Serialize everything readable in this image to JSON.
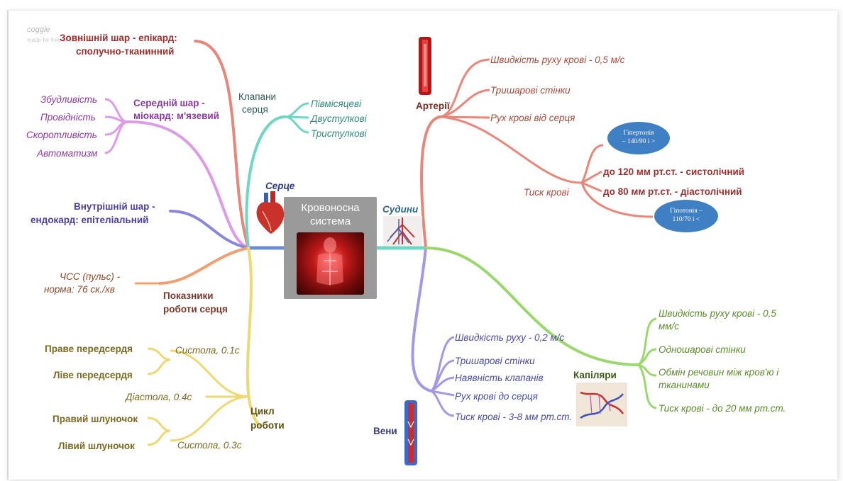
{
  "watermark": {
    "logo": "coggle",
    "tagline": "made for free at coggle.it"
  },
  "center": {
    "title_line1": "Кровоносна",
    "title_line2": "система"
  },
  "heart": {
    "label": "Серце",
    "epicard_l1": "Зовнішній шар - епікард:",
    "epicard_l2": "сполучно-тканинний",
    "valves_l1": "Клапани",
    "valves_l2": "серця",
    "valve_types": [
      "Півмісяцеві",
      "Двустулкові",
      "Тристулкові"
    ],
    "myocard_l1": "Середній шар -",
    "myocard_l2": "міокард: м'язевий",
    "myocard_props": [
      "Збудливість",
      "Провідність",
      "Скоротливість",
      "Автоматизм"
    ],
    "endocard_l1": "Внутрішній шар -",
    "endocard_l2": "ендокард: епітеліальний",
    "indicators_l1": "Показники",
    "indicators_l2": "роботи серця",
    "pulse_l1": "ЧСС (пульс) -",
    "pulse_l2": "норма: 76 ск./хв",
    "cycle_l1": "Цикл",
    "cycle_l2": "роботи",
    "atria": [
      "Праве передсердя",
      "Ліве передсердя"
    ],
    "systole_atria": "Систола, 0.1с",
    "diastole": "Діастола, 0.4с",
    "ventricles": [
      "Правий шлуночок",
      "Лівий шлуночок"
    ],
    "systole_ventricles": "Систола, 0.3с"
  },
  "vessels": {
    "label": "Судини",
    "arteries": {
      "label": "Артерії",
      "speed": "Швидкість руху крові - 0,5 м/с",
      "walls": "Тришарові стінки",
      "flow": "Рух крові від серця",
      "pressure": "Тиск крові",
      "systolic": "до 120 мм рт.ст. - систолічний",
      "diastolic": "до 80 мм рт.ст. - діастолічний",
      "hyper_l1": "Гіпертонія",
      "hyper_l2": "– 140/90 і >",
      "hypo_l1": "Гіпотонія –",
      "hypo_l2": "110/70 і <"
    },
    "veins": {
      "label": "Вени",
      "speed": "Швидкість руху - 0,2 м/с",
      "walls": "Тришарові стінки",
      "valves": "Наявність клапанів",
      "flow": "Рух крові до серця",
      "pressure": "Тиск крові - 3-8 мм рт.ст."
    },
    "capillaries": {
      "label": "Капіляри",
      "speed_l1": "Швидкість руху крові - 0,5",
      "speed_l2": "мм/с",
      "walls": "Одношарові стінки",
      "exchange_l1": "Обмін речовин між кров'ю і",
      "exchange_l2": "тканинами",
      "pressure": "Тиск крові - до 20 мм рт.ст."
    }
  },
  "colors": {
    "epicard": "#e8867a",
    "valves": "#6fd6c4",
    "myocard": "#dd9ae8",
    "endocard": "#8a86d8",
    "indicators": "#f0a070",
    "cycle": "#eed872",
    "heart_link": "#6b8fd6",
    "vessels_link": "#6fd6c4",
    "arteries": "#e8867a",
    "veins": "#a596e6",
    "capillaries": "#9ad86e"
  }
}
